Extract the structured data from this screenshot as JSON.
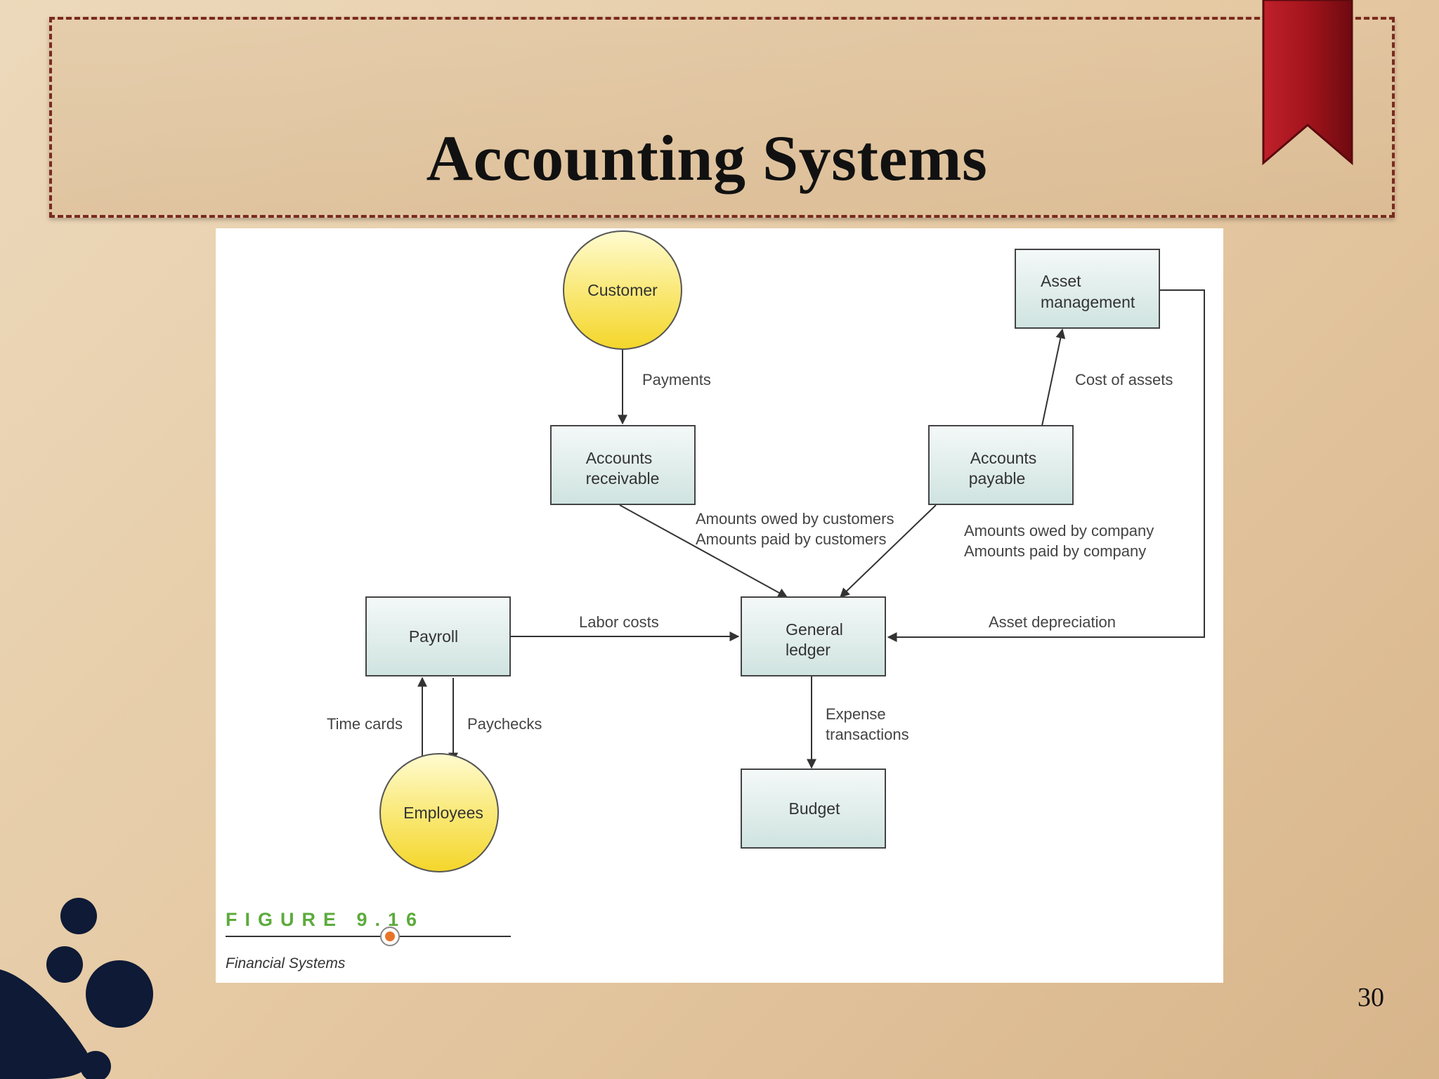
{
  "slide": {
    "title": "Accounting Systems",
    "page_number": "30"
  },
  "figure": {
    "label": "FIGURE 9.16",
    "caption": "Financial Systems"
  },
  "nodes": {
    "customer": "Customer",
    "employees": "Employees",
    "accounts_receivable": [
      "Accounts",
      "receivable"
    ],
    "accounts_payable": [
      "Accounts",
      "payable"
    ],
    "asset_management": [
      "Asset",
      "management"
    ],
    "payroll": "Payroll",
    "general_ledger": [
      "General",
      "ledger"
    ],
    "budget": "Budget"
  },
  "edges": {
    "payments": "Payments",
    "cost_of_assets": "Cost of assets",
    "customer_amounts": [
      "Amounts owed by customers",
      "Amounts paid by customers"
    ],
    "company_amounts": [
      "Amounts owed by company",
      "Amounts paid by company"
    ],
    "labor_costs": "Labor costs",
    "asset_depreciation": "Asset depreciation",
    "time_cards": "Time cards",
    "paychecks": "Paychecks",
    "expense_transactions": [
      "Expense",
      "transactions"
    ]
  },
  "colors": {
    "process_fill_top": "#f4f9f8",
    "process_fill_bottom": "#cfe3e0",
    "entity_fill_top": "#fffbd0",
    "entity_fill_bottom": "#f4d62a",
    "figure_label": "#5cab3c",
    "figure_dot": "#e8742a",
    "ribbon": "#a3141c",
    "banner_border": "#7a2a1e"
  }
}
